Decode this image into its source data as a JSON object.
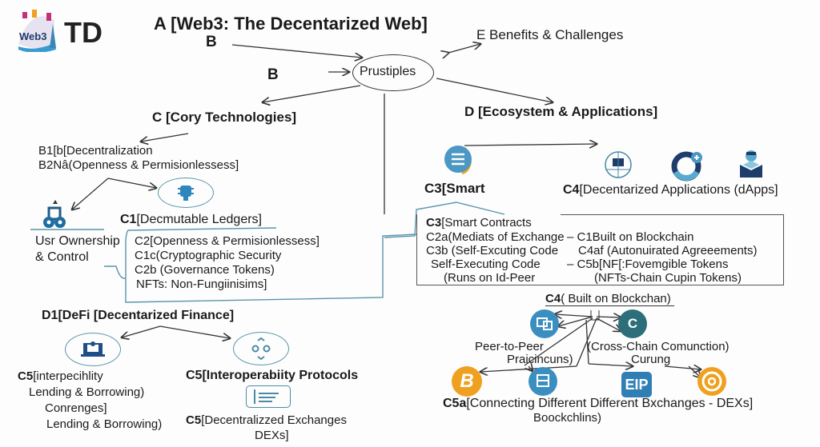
{
  "logo": {
    "text": "Web3",
    "wordmark": "TD"
  },
  "title": "A [Web3: The Decentarized Web]",
  "labels": {
    "b_top": "B",
    "b_mid": "B"
  },
  "center_node": "Prustiples",
  "benefits": "E Benefits & Challenges",
  "ecosystem": "D [Ecosystem & Applications]",
  "core_tech": "C [Cory Technologies]",
  "b_items": [
    "B1[b[Decentralization",
    "B2Nâ(Openness & Permisionlessess]"
  ],
  "user_ownership": [
    "Usr Ownership",
    "& Control"
  ],
  "c1_title_prefix": "C1",
  "c1_title": "[Decmutable Ledgers]",
  "c_list": [
    "C2[Openness & Permisionlessess]",
    "C1c(Cryptographic Security",
    "C2b (Governance Tokens)",
    "NFTs: Non-Fungiinisims]"
  ],
  "defi": "D1[DeFi [Decentarized Finance]",
  "defi_left": {
    "prefix": "C5",
    "lines": [
      "[interpecihlity",
      "Lending & Borrowing)",
      "Conrenges]",
      "Lending & Borrowing)"
    ]
  },
  "defi_right": {
    "prefix": "C5",
    "title": "[Interoperabiity Protocols",
    "dex_prefix": "C5",
    "dex": "[Decentralizzed Exchanges",
    "dex2": "DEXs]"
  },
  "smart": {
    "prefix": "C3",
    "label": "[Smart"
  },
  "dapps": {
    "prefix": "C4",
    "label": "[Decentarized Applications (dApps]"
  },
  "contracts_box": {
    "title_prefix": "C3",
    "title": "[Smart Contracts",
    "left": [
      "C2a(Mediats of Exchange",
      "C3b (Self-Excuting Code",
      "Self-Executing Code",
      "(Runs on Id-Peer"
    ],
    "right": [
      "– C1Built on Blockchain",
      "C4af (Autonuirated Agreeements)",
      "– C5b[NF[:Fovemgible Tokens",
      "(NFTs-Chain Cupin Tokens)"
    ]
  },
  "built": {
    "prefix": "C4",
    "label": "( Built on Blockchan)"
  },
  "chain_labels": {
    "p2p": "Peer-to-Peer",
    "p2p2": "Praicincuns)",
    "cross": "(Cross-Chain Comunction)",
    "cross2": "Curung",
    "eip": "EIP",
    "c5a_prefix": "C5a",
    "c5a": "[Connecting Different Different Bxchanges - DEXs]",
    "c5a2": "Boockchlins)"
  },
  "colors": {
    "teal_line": "#5a95aa",
    "icon_blue": "#3b86b3",
    "icon_teal": "#2c6f7a",
    "icon_orange": "#f0a020",
    "navy": "#1f3d6b"
  }
}
